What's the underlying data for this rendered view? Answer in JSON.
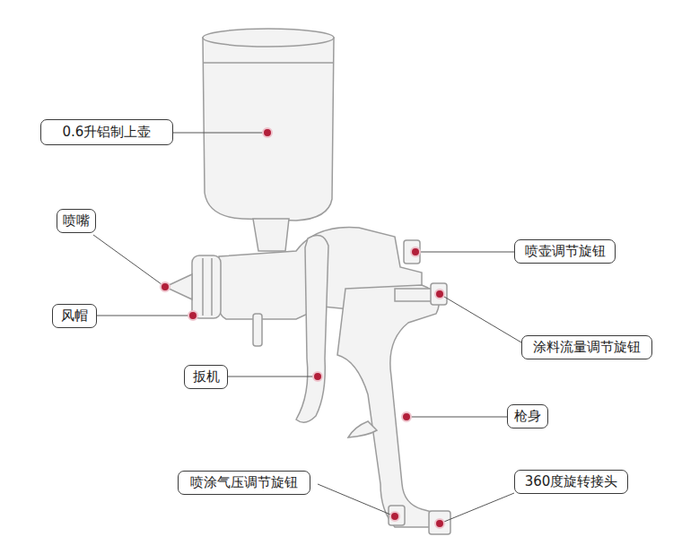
{
  "diagram": {
    "nodes": [
      {
        "text": [
          "0.6升铝制上壶"
        ]
      },
      {
        "text": [
          "喷嘴"
        ]
      },
      {
        "text": [
          "风帽"
        ]
      },
      {
        "text": [
          "扳机"
        ]
      },
      {
        "text": [
          "喷涂气压调节旋钮"
        ]
      },
      {
        "text": [
          "喷壶调节旋钮"
        ]
      },
      {
        "text": [
          "涂料流量调节旋钮"
        ]
      },
      {
        "text": [
          "枪身"
        ]
      },
      {
        "text": [
          "360度旋转接头"
        ]
      }
    ]
  }
}
